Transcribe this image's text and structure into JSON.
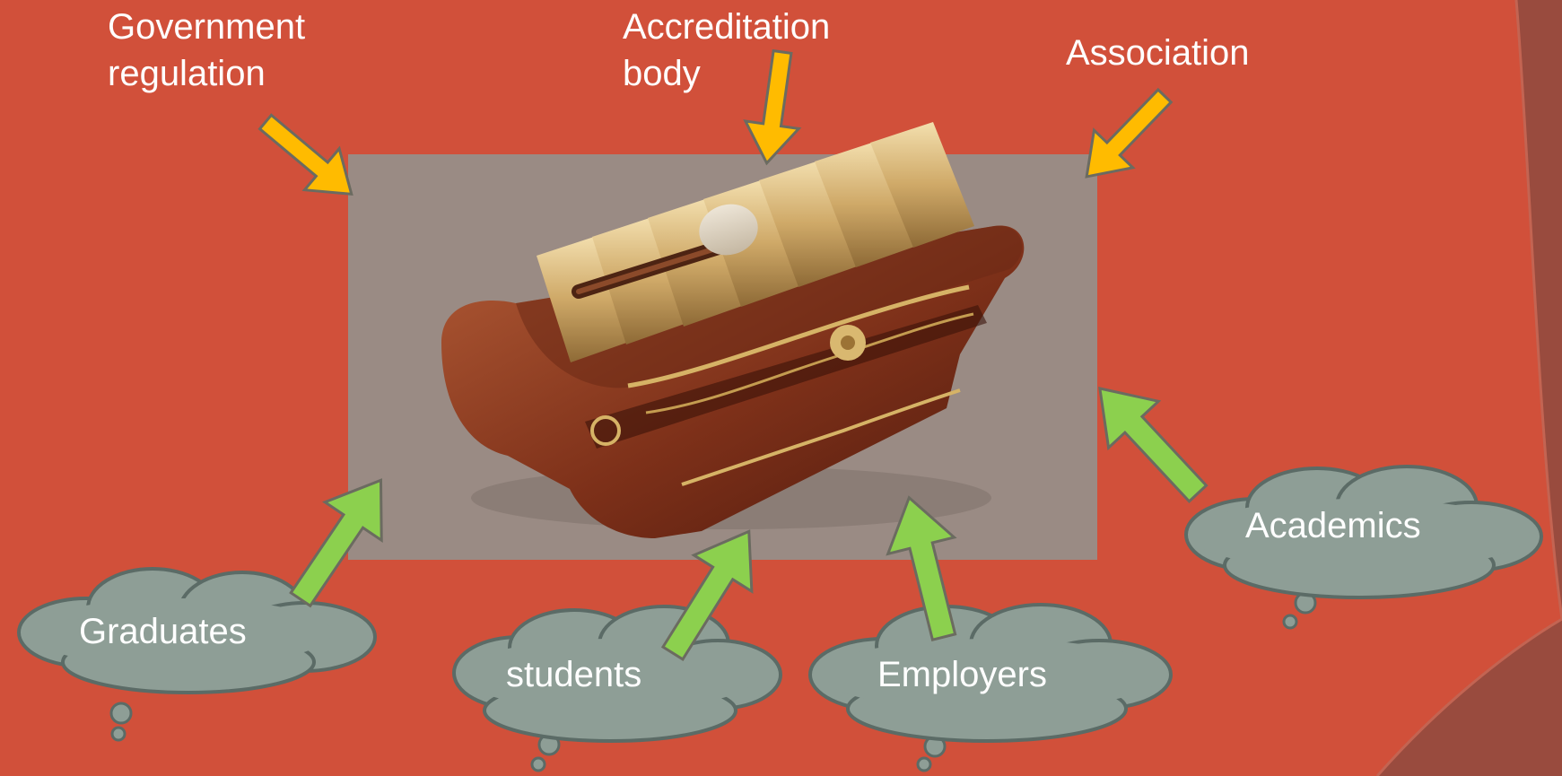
{
  "top_labels": {
    "government": "Government\nregulation",
    "accreditation": "Accreditation\nbody",
    "association": "Association"
  },
  "clouds": {
    "graduates": "Graduates",
    "students": "students",
    "employers": "Employers",
    "academics": "Academics"
  },
  "colors": {
    "background": "#d1503a",
    "panel": "#9a8b84",
    "arrow_in_top": "#ffbb00",
    "arrow_in_bottom": "#8cd04e",
    "cloud_fill": "#8e9e96",
    "label_text": "#ffffff"
  },
  "image": {
    "subject": "gamelan-metallophone"
  }
}
